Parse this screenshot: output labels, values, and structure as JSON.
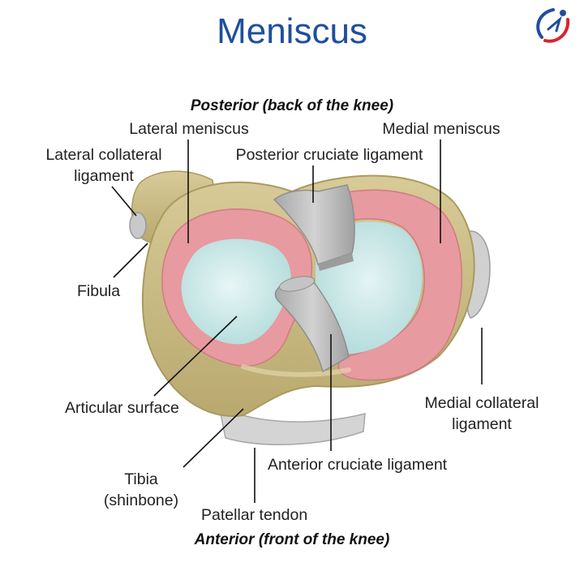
{
  "title": "Meniscus",
  "orientation": {
    "posterior": "Posterior (back of the knee)",
    "anterior": "Anterior (front of the knee)"
  },
  "labels": {
    "lateral_meniscus": "Lateral meniscus",
    "medial_meniscus": "Medial meniscus",
    "lateral_collateral_line1": "Lateral collateral",
    "lateral_collateral_line2": "ligament",
    "posterior_cruciate": "Posterior cruciate ligament",
    "fibula": "Fibula",
    "articular_surface": "Articular surface",
    "medial_collateral_line1": "Medial collateral",
    "medial_collateral_line2": "ligament",
    "anterior_cruciate": "Anterior cruciate ligament",
    "tibia_line1": "Tibia",
    "tibia_line2": "(shinbone)",
    "patellar_tendon": "Patellar tendon"
  },
  "colors": {
    "title": "#1f4f9c",
    "bone": "#cdbf8c",
    "meniscus": "#e89aa0",
    "cartilage": "#bfe3e3",
    "ligament": "#b9b9b9",
    "logo_blue": "#1f4f9c",
    "logo_red": "#d6262c"
  }
}
